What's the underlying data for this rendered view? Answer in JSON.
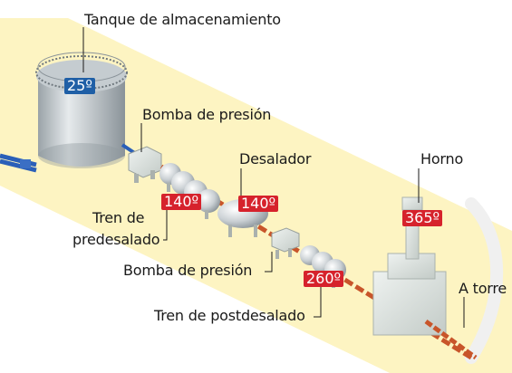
{
  "labels": {
    "tank": "Tanque de almacenamiento",
    "pump1": "Bomba de presión",
    "desalter": "Desalador",
    "furnace": "Horno",
    "pretrain_line1": "Tren de",
    "pretrain_line2": "predesalado",
    "pump2": "Bomba de presión",
    "tower": "A torre",
    "posttrain": "Tren de postdesalado"
  },
  "temperatures": {
    "tank": "25º",
    "pretrain": "140º",
    "desalter": "140º",
    "posttrain": "260º",
    "furnace": "365º"
  },
  "colors": {
    "band": "#fdf4c2",
    "cold_pipe": "#2a5fb8",
    "hot_pipe": "#c8552a",
    "blue_badge": "#1f5fa6",
    "red_badge": "#d6222c",
    "equipment": "#dfe3e5"
  }
}
